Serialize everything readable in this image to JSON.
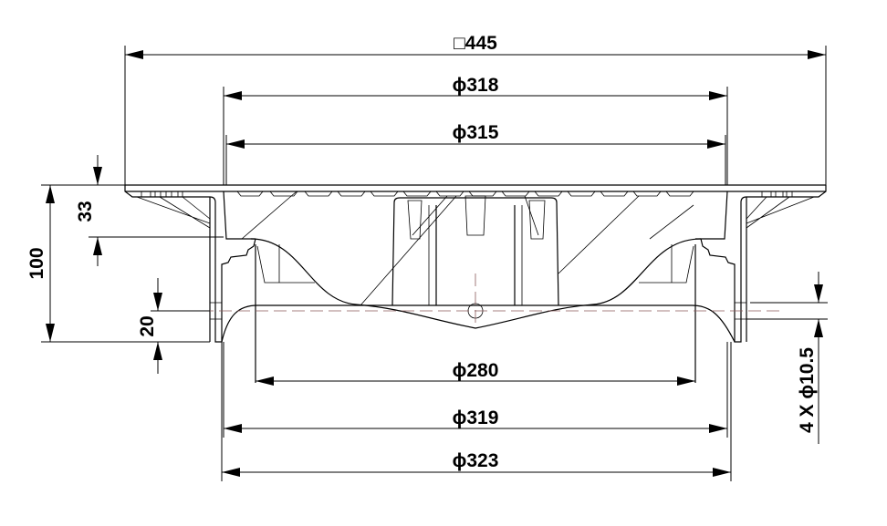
{
  "dimensions": {
    "square_445": "□445",
    "dia_318": "ϕ318",
    "dia_315": "ϕ315",
    "dia_280": "ϕ280",
    "dia_319": "ϕ319",
    "dia_323": "ϕ323",
    "height_100": "100",
    "height_33": "33",
    "height_20": "20",
    "holes": "4 X ϕ10.5"
  }
}
